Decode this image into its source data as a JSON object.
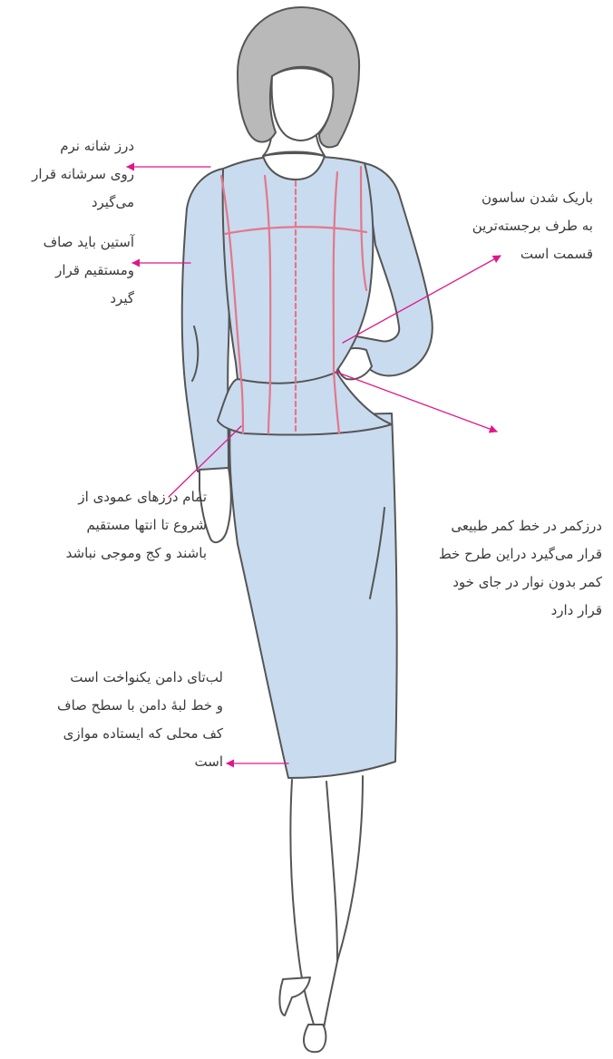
{
  "colors": {
    "fabric": "#c9dbef",
    "fabric_shade": "#b4cbe6",
    "skin": "#ffffff",
    "hair": "#b9b9b9",
    "outline": "#555555",
    "seam": "#e2788a",
    "callout": "#e0168a"
  },
  "annotations": [
    {
      "id": "shoulder-seam",
      "lines": [
        "درز شانه نرم",
        "روی سرشانه قرار",
        "می‌گیرد"
      ]
    },
    {
      "id": "sleeve",
      "lines": [
        "آستین باید صاف",
        "ومستقیم قرار",
        "گیرد"
      ]
    },
    {
      "id": "vertical-seams",
      "lines": [
        "تمام درزهای عمودی از",
        "شروع تا انتها مستقیم",
        "باشند و کج وموجی نباشد"
      ]
    },
    {
      "id": "hem",
      "lines": [
        "لب‌تای دامن یکنواخت است",
        "و خط لبهٔ دامن با سطح صاف",
        "کف محلی که ایستاده موازی",
        "است"
      ]
    },
    {
      "id": "bust-dart",
      "lines": [
        "باریک شدن ساسون",
        "به طرف برجسته‌ترین",
        "قسمت است"
      ]
    },
    {
      "id": "waist-seam",
      "lines": [
        "درزکمر در خط کمر طبیعی",
        "قرار می‌گیرد دراین طرح خط",
        "کمر بدون نوار در جای خود",
        "قرار دارد"
      ]
    }
  ]
}
